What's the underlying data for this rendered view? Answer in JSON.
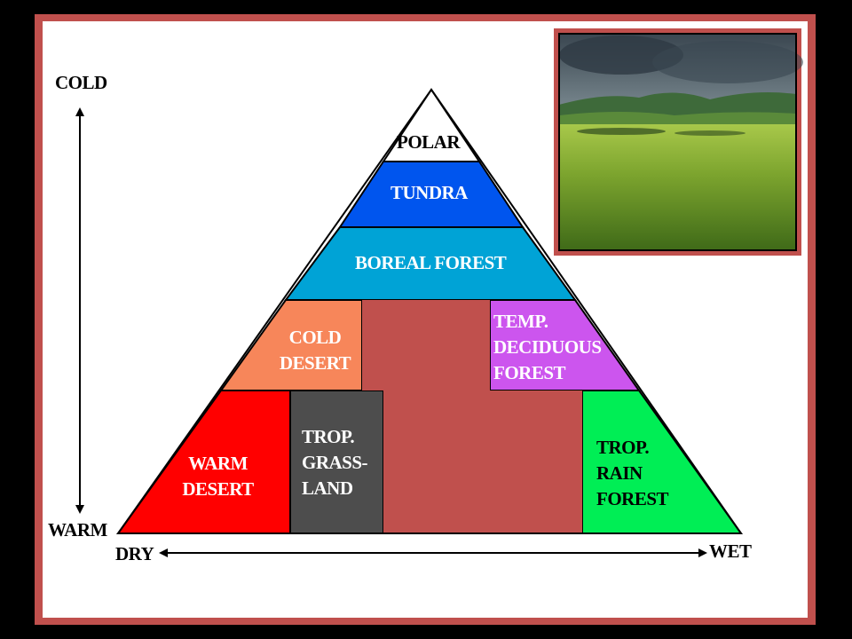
{
  "colors": {
    "frame": "#c0504d",
    "background": "#ffffff",
    "polar": "#ffffff",
    "tundra": "#0055ee",
    "boreal_forest": "#00a3d6",
    "cold_desert": "#f7865a",
    "temp_deciduous_forest": "#cc55ee",
    "warm_desert": "#ff0000",
    "trop_grassland": "#4d4d4d",
    "trop_rain_forest": "#00ee55",
    "center_block": "#c0504d"
  },
  "axes": {
    "cold": "COLD",
    "warm": "WARM",
    "dry": "DRY",
    "wet": "WET"
  },
  "biomes": {
    "polar": [
      "POLAR"
    ],
    "tundra": [
      "TUNDRA"
    ],
    "boreal_forest": [
      "BOREAL FOREST"
    ],
    "cold_desert": [
      "COLD",
      "DESERT"
    ],
    "temp_deciduous_forest": [
      "TEMP.",
      "DECIDUOUS",
      "FOREST"
    ],
    "warm_desert": [
      "WARM",
      "DESERT"
    ],
    "trop_grassland": [
      "TROP.",
      "GRASS-",
      "LAND"
    ],
    "trop_rain_forest": [
      "TROP.",
      "RAIN",
      "FOREST"
    ]
  },
  "photo": {
    "subject": "grassland-landscape"
  }
}
